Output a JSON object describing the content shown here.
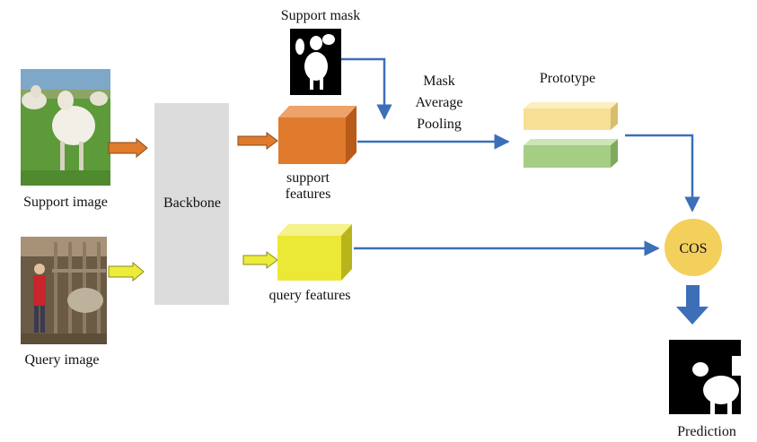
{
  "labels": {
    "support_mask": "Support mask",
    "mask_avg_line1": "Mask",
    "mask_avg_line2": "Average",
    "mask_avg_line3": "Pooling",
    "prototype": "Prototype",
    "support_image": "Support image",
    "backbone": "Backbone",
    "support_features_line1": "support",
    "support_features_line2": "features",
    "query_features": "query features",
    "query_image": "Query image",
    "cos": "COS",
    "prediction": "Prediction"
  },
  "colors": {
    "support_feature_cube": "#e07a2c",
    "query_feature_cube": "#ece836",
    "prototype_top": "#f7df95",
    "prototype_bottom": "#a6cd84",
    "backbone": "#dcdcdc",
    "cos_circle": "#f3cf5c",
    "flow_arrow": "#3d6fb8",
    "support_input_arrow": "#e07a2c",
    "query_input_arrow": "#ecec3a"
  }
}
